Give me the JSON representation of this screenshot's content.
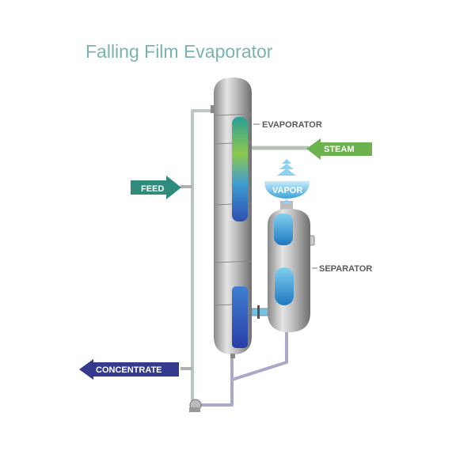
{
  "title": "Falling Film Evaporator",
  "labels": {
    "evaporator": "EVAPORATOR",
    "separator": "SEPARATOR",
    "steam": "STEAM",
    "feed": "FEED",
    "vapor": "VAPOR",
    "concentrate": "CONCENTRATE"
  },
  "colors": {
    "title": "#7ab3ad",
    "feed": "#2f8c7c",
    "steam": "#6cb24e",
    "vapor": "#5ab0dc",
    "concentrate": "#363a8e",
    "label": "#5a5a5a",
    "pipe": "#a9a9c9"
  }
}
